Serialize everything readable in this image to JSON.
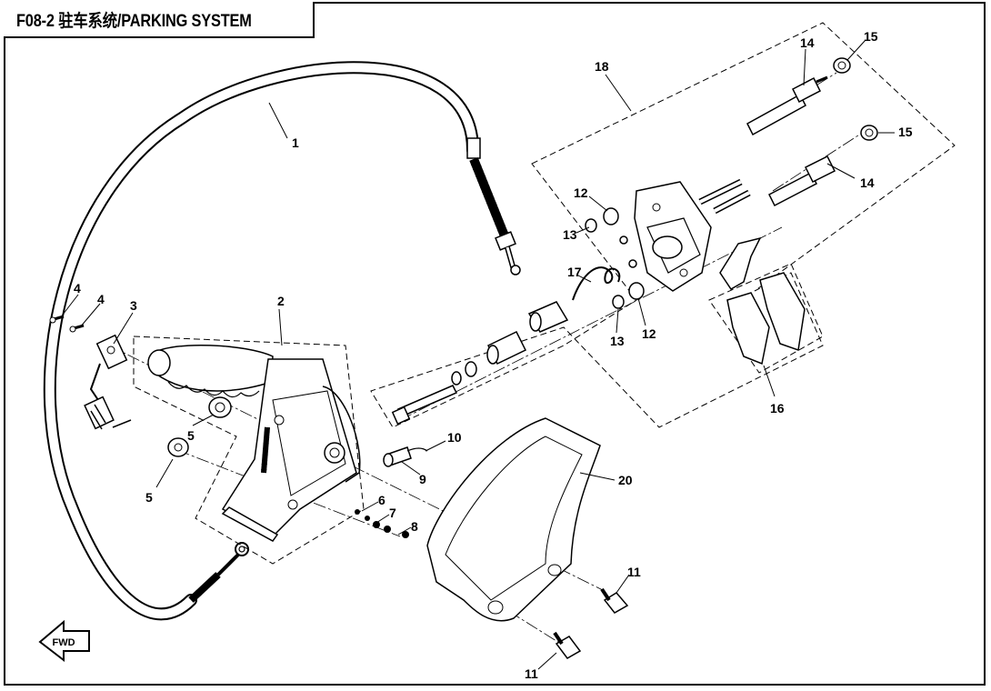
{
  "title": "F08-2 驻车系统/PARKING SYSTEM",
  "fwd_label": "FWD",
  "callouts": {
    "c1": "1",
    "c2": "2",
    "c3": "3",
    "c4a": "4",
    "c4b": "4",
    "c5a": "5",
    "c5b": "5",
    "c6": "6",
    "c7": "7",
    "c8": "8",
    "c9": "9",
    "c10": "10",
    "c11a": "11",
    "c11b": "11",
    "c12a": "12",
    "c12b": "12",
    "c13a": "13",
    "c13b": "13",
    "c14a": "14",
    "c14b": "14",
    "c15a": "15",
    "c15b": "15",
    "c16": "16",
    "c17": "17",
    "c18": "18",
    "c20": "20"
  }
}
